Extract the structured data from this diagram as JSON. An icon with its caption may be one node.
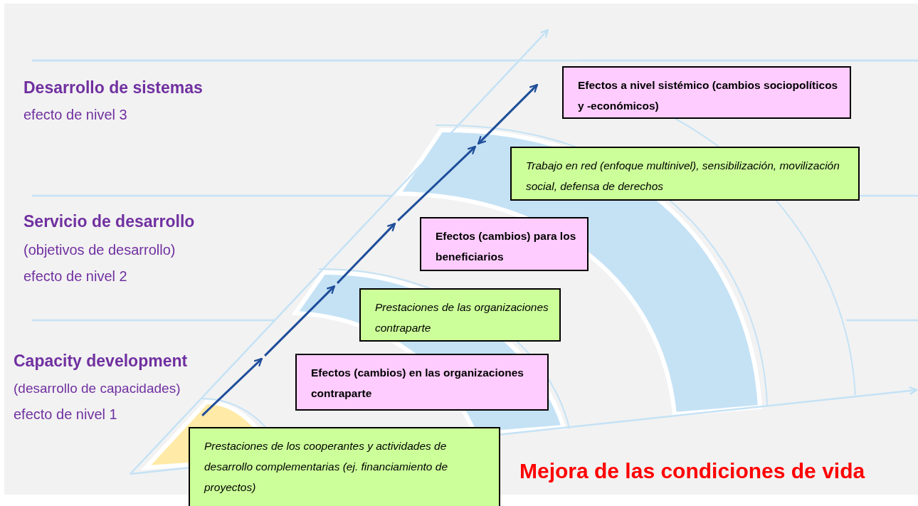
{
  "diagram": {
    "nodes": [
      {
        "text": [
          "Efectos a nivel sistémico (cambios sociopolíticos y -económicos)"
        ]
      },
      {
        "text": [
          "Trabajo en red (enfoque multinivel), sensibilización, movilización social, defensa de derechos"
        ]
      },
      {
        "text": [
          "Efectos (cambios) para los beneficiarios"
        ]
      },
      {
        "text": [
          "Prestaciones de las organizaciones contraparte"
        ]
      },
      {
        "text": [
          "Efectos (cambios) en las organizaciones contraparte"
        ]
      },
      {
        "text": [
          "Prestaciones de los cooperantes y actividades de desarrollo complementarias (ej. financiamiento de proyectos)"
        ]
      }
    ],
    "edges": [
      {
        "from": 5,
        "to": 4,
        "arrow": "to"
      },
      {
        "from": 4,
        "to": 3,
        "arrow": "to"
      },
      {
        "from": 3,
        "to": 2,
        "arrow": "to"
      },
      {
        "from": 2,
        "to": 1,
        "arrow": "to"
      },
      {
        "from": 1,
        "to": 0,
        "arrow": "both"
      }
    ],
    "labels": [
      "Desarrollo de sistemas",
      "efecto de nivel 3",
      "Servicio de desarrollo",
      "(objetivos de desarrollo)",
      "efecto de nivel 2",
      "Capacity development",
      "(desarrollo de capacidades)",
      "efecto de nivel 1",
      "Mejora de las condiciones de vida"
    ]
  }
}
